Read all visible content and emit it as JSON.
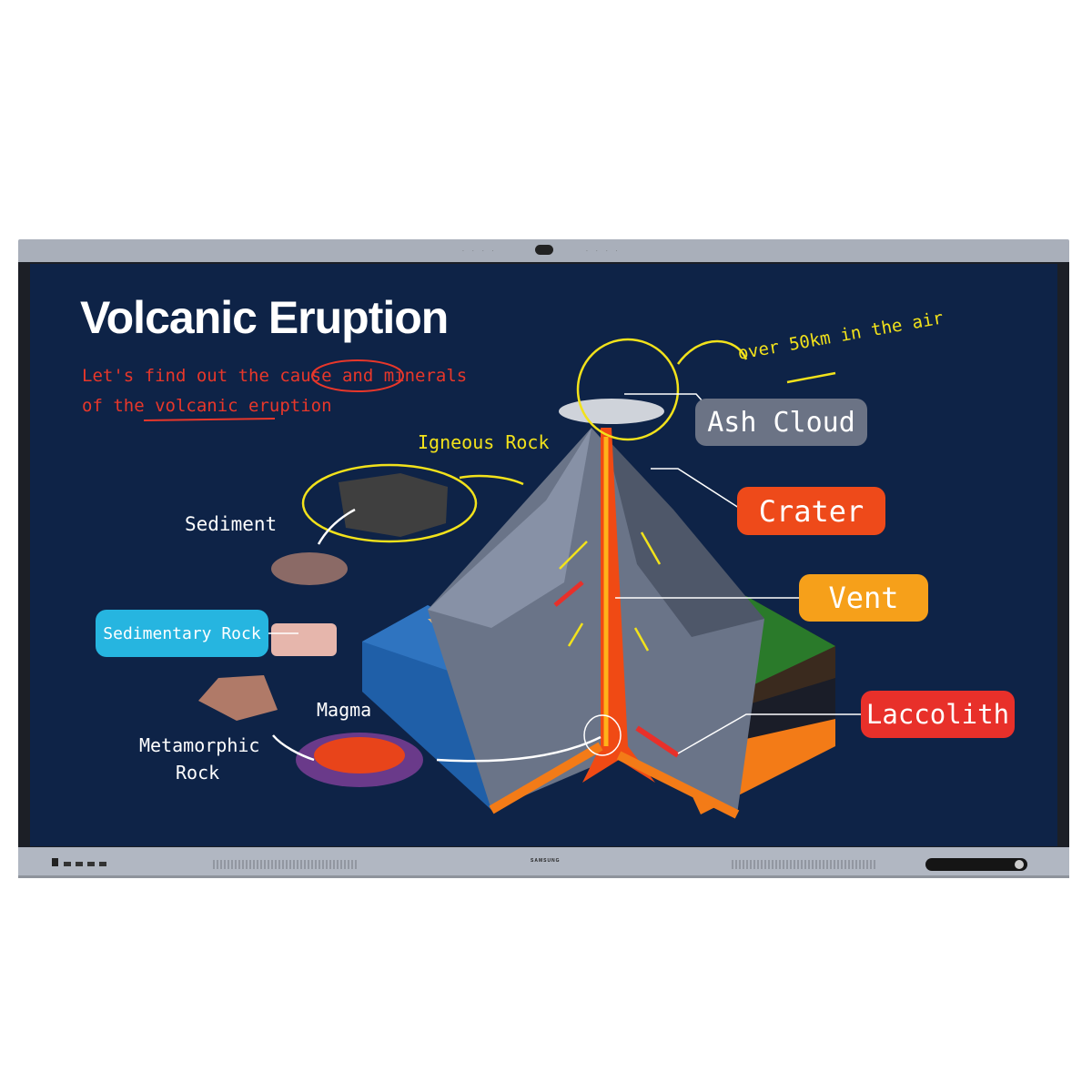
{
  "device": {
    "brand": "SAMSUNG"
  },
  "slide": {
    "title": "Volcanic Eruption",
    "subtitle_line1": "Let's find out the cause and minerals",
    "subtitle_line2": "of the volcanic eruption",
    "annotation_height": "over 50km in the air",
    "labels": {
      "ash_cloud": "Ash Cloud",
      "crater": "Crater",
      "vent": "Vent",
      "laccolith": "Laccolith",
      "sedimentary_rock": "Sedimentary Rock",
      "sediment": "Sediment",
      "igneous_rock": "Igneous Rock",
      "magma": "Magma",
      "metamorphic_rock_1": "Metamorphic",
      "metamorphic_rock_2": "Rock"
    }
  },
  "colors": {
    "screen": "#0e2347",
    "ash_cloud": "#6b7385",
    "crater": "#ee4a1a",
    "vent": "#f6a01a",
    "laccolith": "#e8302a",
    "sedimentary": "#26b5e0",
    "annotation_red": "#e8372a",
    "annotation_yellow": "#f2e21b"
  }
}
